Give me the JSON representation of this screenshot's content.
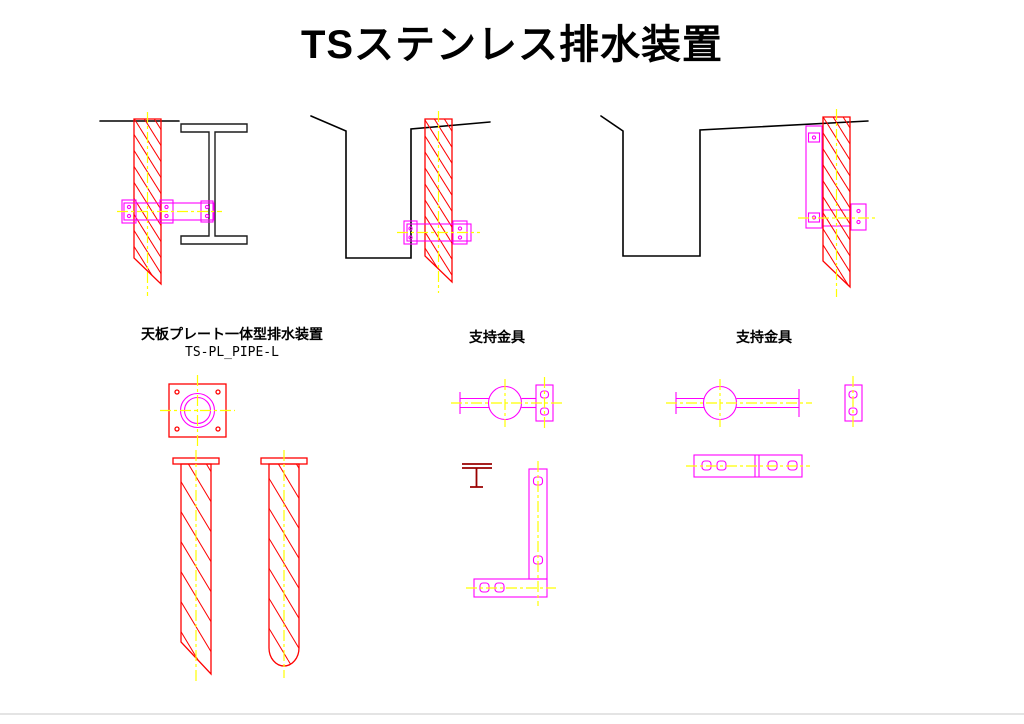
{
  "title": "TSステンレス排水装置",
  "labels": {
    "left_name": "天板プレート一体型排水装置",
    "left_model": "TS-PL_PIPE-L",
    "middle_name": "支持金具",
    "right_name": "支持金具"
  },
  "colors": {
    "pipe": "#ff0000",
    "bracket": "#ff00ff",
    "centerline": "#ffff00",
    "structure": "#000000",
    "edge-detail": "#990000"
  }
}
